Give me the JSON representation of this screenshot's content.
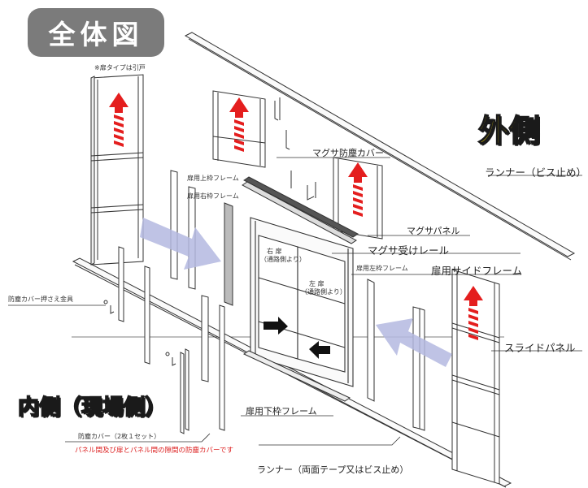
{
  "title": "全体図",
  "note_door_type": "※扉タイプは引戸",
  "side_outside": "外側",
  "side_inside": "内側（現場側）",
  "labels": {
    "magusa_cover": "マグサ防塵カバー",
    "runner_top": "ランナー（ビス止め）",
    "door_top_frame": "扉用上枠フレーム",
    "door_right_frame": "扉用右枠フレーム",
    "magusa_panel": "マグサパネル",
    "magusa_rail": "マグサ受けレール",
    "door_left_frame": "扉用左枠フレーム",
    "door_side_frame": "扉用サイドフレーム",
    "slide_panel": "スライドパネル",
    "dust_cover_bracket": "防塵カバー押さえ金具",
    "door_bottom_frame": "扉用下枠フレーム",
    "dust_cover": "防塵カバー（2枚１セット）",
    "dust_cover_note": "パネル間及び扉とパネル間の隙間の防塵カバーです",
    "runner_bottom": "ランナー（両面テープ又はビス止め）",
    "right_door": "右 扉",
    "right_door_sub": "（通路側より）",
    "left_door": "左 扉",
    "left_door_sub": "（通路側より）"
  },
  "colors": {
    "up_arrow": "#e41e1e",
    "flow_arrow": "#b4b9e0",
    "badge": "#7b7b7b",
    "highlight_text": "#ffe100"
  }
}
